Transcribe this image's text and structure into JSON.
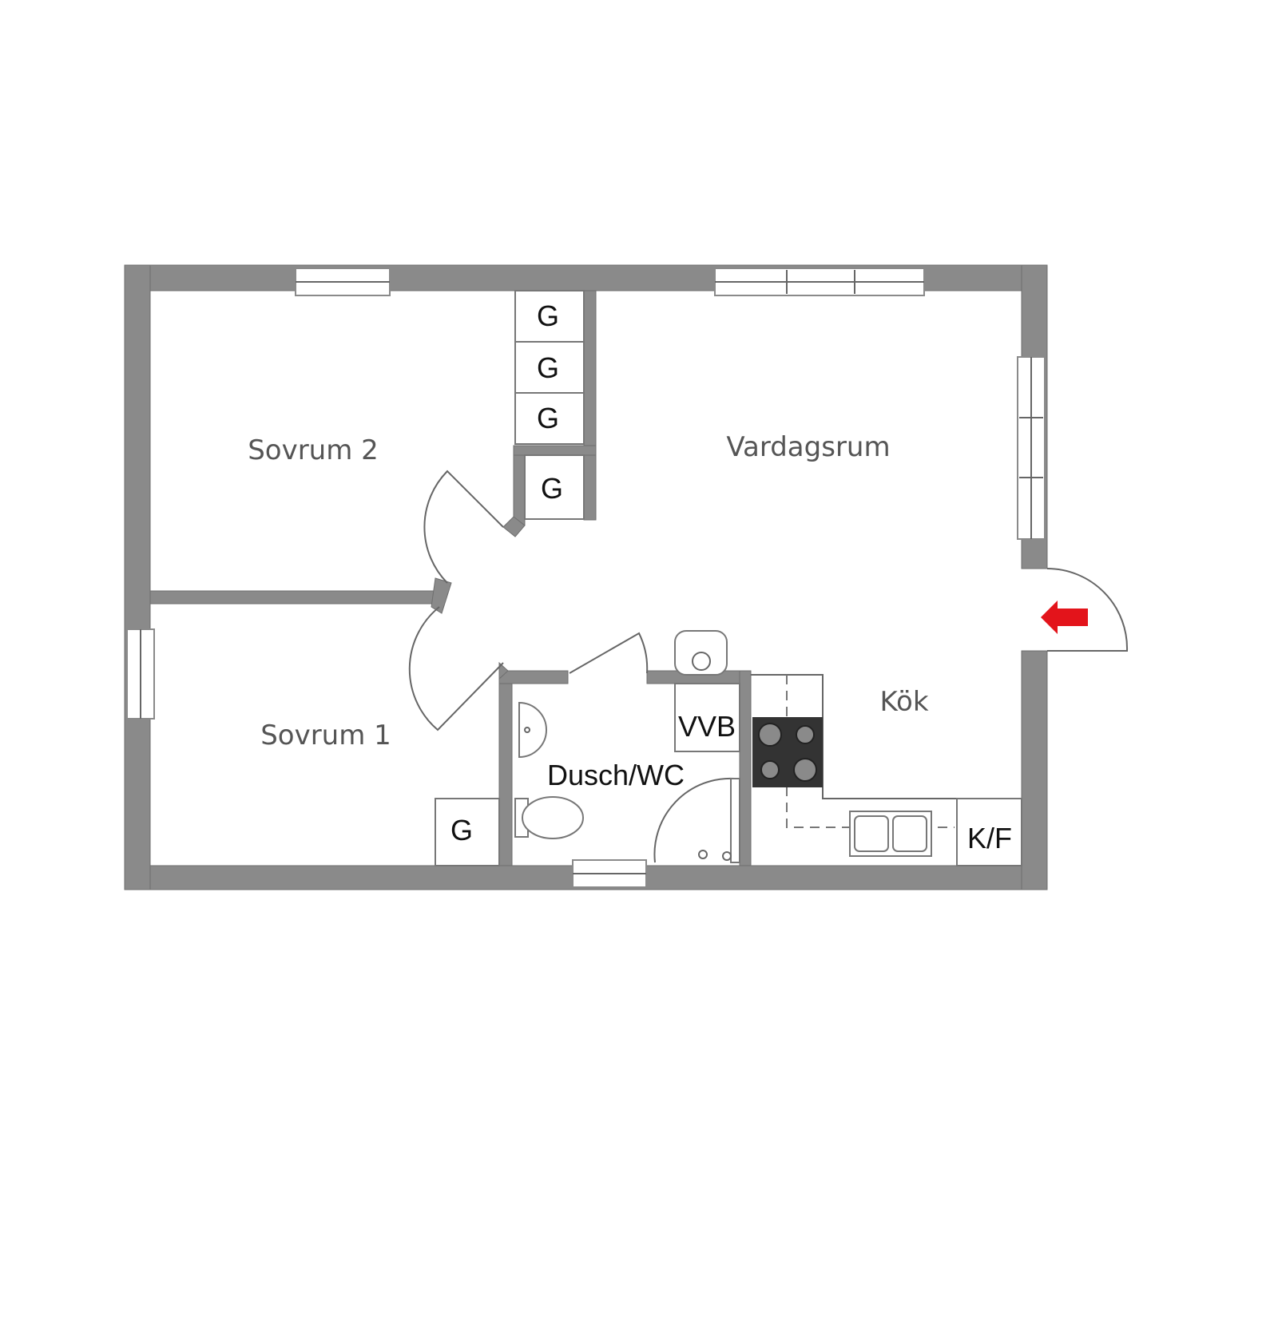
{
  "rooms": {
    "sovrum2": "Sovrum 2",
    "vardagsrum": "Vardagsrum",
    "sovrum1": "Sovrum 1",
    "kok": "Kök",
    "dusch_wc": "Dusch/WC"
  },
  "closets": {
    "g1": "G",
    "g2": "G",
    "g3": "G",
    "g4": "G",
    "g5": "G"
  },
  "fixtures": {
    "vvb": "VVB",
    "kf": "K/F"
  },
  "colors": {
    "wall": "#8a8a8a",
    "entrance_arrow": "#e3141b",
    "stove": "#333333"
  },
  "icons": {
    "entrance": "entrance-arrow-icon"
  }
}
